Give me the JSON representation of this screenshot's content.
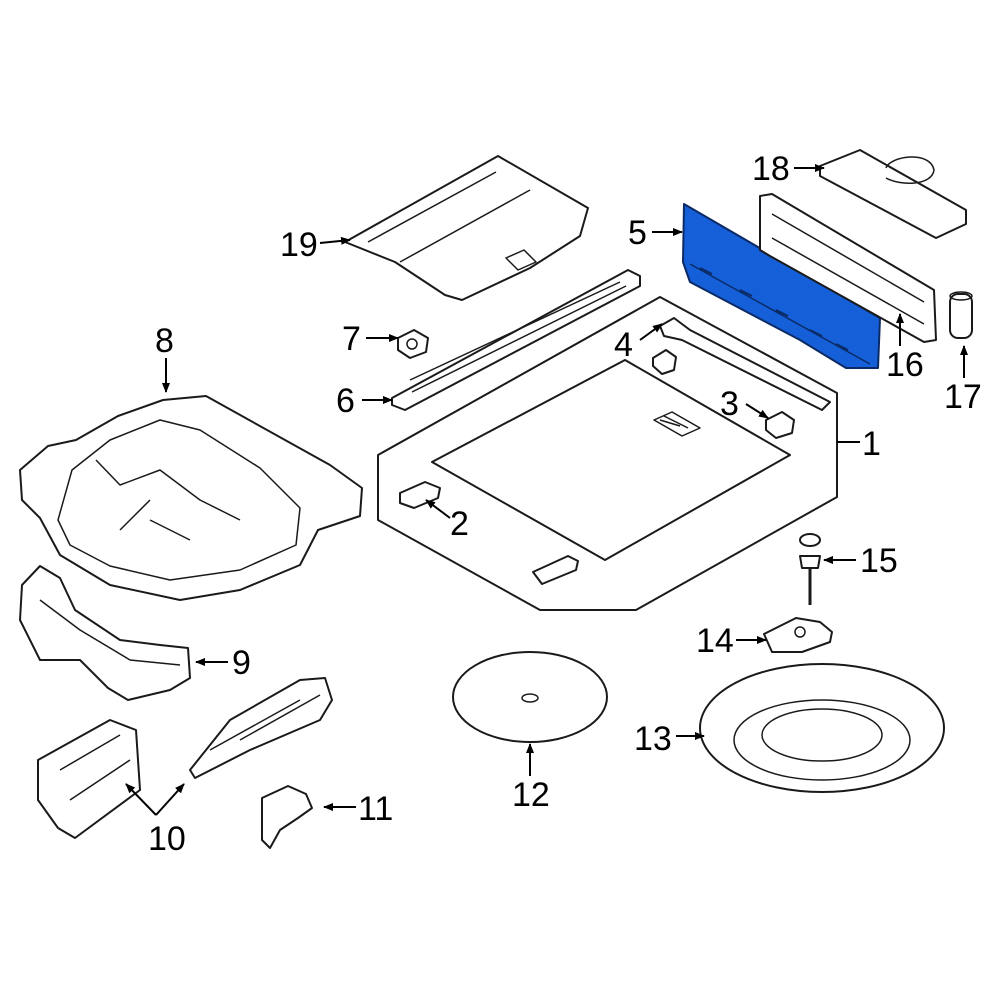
{
  "highlight_color": "#1560d8",
  "callouts": [
    {
      "id": "1",
      "label": "1"
    },
    {
      "id": "2",
      "label": "2"
    },
    {
      "id": "3",
      "label": "3"
    },
    {
      "id": "4",
      "label": "4"
    },
    {
      "id": "5",
      "label": "5",
      "highlighted": true
    },
    {
      "id": "6",
      "label": "6"
    },
    {
      "id": "7",
      "label": "7"
    },
    {
      "id": "8",
      "label": "8"
    },
    {
      "id": "9",
      "label": "9"
    },
    {
      "id": "10",
      "label": "10"
    },
    {
      "id": "11",
      "label": "11"
    },
    {
      "id": "12",
      "label": "12"
    },
    {
      "id": "13",
      "label": "13"
    },
    {
      "id": "14",
      "label": "14"
    },
    {
      "id": "15",
      "label": "15"
    },
    {
      "id": "16",
      "label": "16"
    },
    {
      "id": "17",
      "label": "17"
    },
    {
      "id": "18",
      "label": "18"
    },
    {
      "id": "19",
      "label": "19"
    }
  ]
}
